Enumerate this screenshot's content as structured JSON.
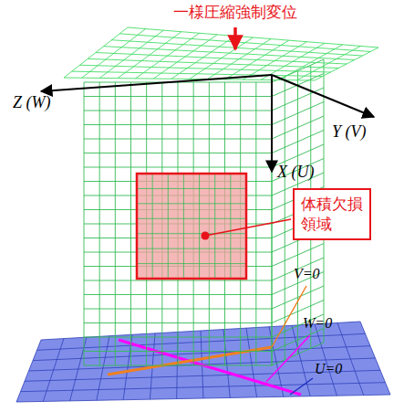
{
  "diagram": {
    "nodes": [
      {
        "text": [
          "体積欠損領域"
        ]
      }
    ],
    "labels": [
      "一様圧縮強制変位",
      "Z (W)",
      "Y (V)",
      "X (U)",
      "V=0",
      "W=0",
      "U=0"
    ]
  }
}
